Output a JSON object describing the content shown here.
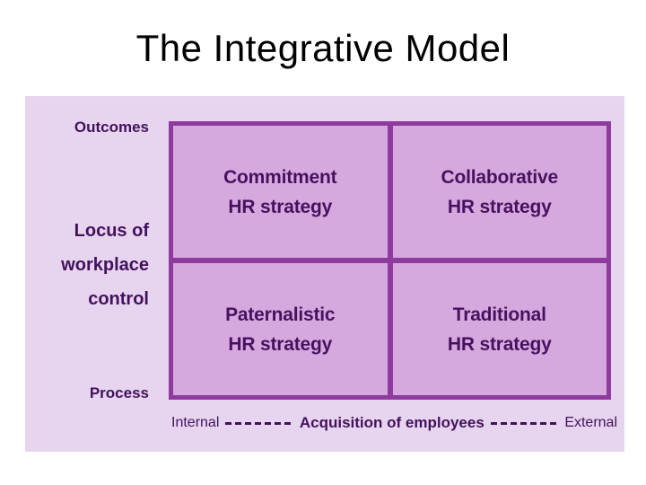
{
  "title": "The Integrative Model",
  "colors": {
    "page_background": "#ffffff",
    "panel_background": "#e7d5ef",
    "cell_background": "#d5a9de",
    "grid_border": "#8e3a9e",
    "diagram_text": "#42115c",
    "title_text": "#000000"
  },
  "diagram": {
    "y_axis": {
      "top_label": "Outcomes",
      "bottom_label": "Process",
      "title_lines": [
        "Locus of",
        "workplace",
        "control"
      ]
    },
    "quadrants": [
      {
        "position": "top-left",
        "lines": [
          "Commitment",
          "HR strategy"
        ]
      },
      {
        "position": "top-right",
        "lines": [
          "Collaborative",
          "HR strategy"
        ]
      },
      {
        "position": "bottom-left",
        "lines": [
          "Paternalistic",
          "HR strategy"
        ]
      },
      {
        "position": "bottom-right",
        "lines": [
          "Traditional",
          "HR strategy"
        ]
      }
    ],
    "x_axis": {
      "left_label": "Internal",
      "center_label": "Acquisition of employees",
      "right_label": "External"
    }
  }
}
